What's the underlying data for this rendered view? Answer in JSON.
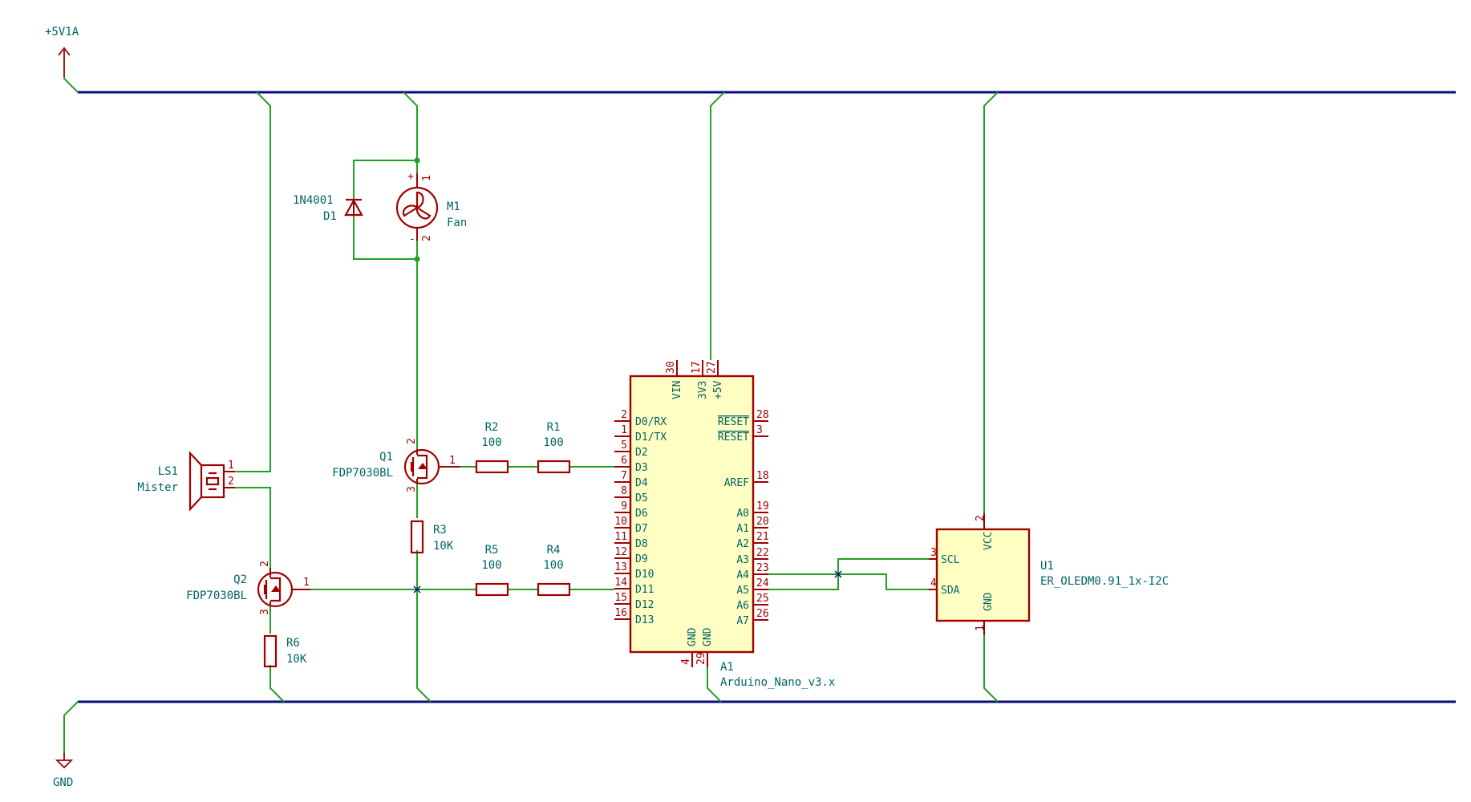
{
  "power": {
    "supply": "+5V1A",
    "ground": "GND"
  },
  "components": {
    "d1": {
      "value": "1N4001",
      "ref": "D1"
    },
    "m1": {
      "ref": "M1",
      "value": "Fan",
      "pin_plus": "+",
      "pin_minus": "-",
      "pin1": "1",
      "pin2": "2"
    },
    "ls1": {
      "ref": "LS1",
      "value": "Mister",
      "pin1": "1",
      "pin2": "2"
    },
    "q1": {
      "ref": "Q1",
      "value": "FDP7030BL",
      "pin1": "1",
      "pin2": "2",
      "pin3": "3"
    },
    "q2": {
      "ref": "Q2",
      "value": "FDP7030BL",
      "pin1": "1",
      "pin2": "2",
      "pin3": "3"
    },
    "r1": {
      "ref": "R1",
      "value": "100"
    },
    "r2": {
      "ref": "R2",
      "value": "100"
    },
    "r3": {
      "ref": "R3",
      "value": "10K"
    },
    "r4": {
      "ref": "R4",
      "value": "100"
    },
    "r5": {
      "ref": "R5",
      "value": "100"
    },
    "r6": {
      "ref": "R6",
      "value": "10K"
    },
    "a1": {
      "ref": "A1",
      "value": "Arduino_Nano_v3.x",
      "top_pins": [
        {
          "name": "VIN",
          "num": "30"
        },
        {
          "name": "3V3",
          "num": "17"
        },
        {
          "name": "+5V",
          "num": "27"
        }
      ],
      "left_pins": [
        {
          "name": "D0/RX",
          "num": "2"
        },
        {
          "name": "D1/TX",
          "num": "1"
        },
        {
          "name": "D2",
          "num": "5"
        },
        {
          "name": "D3",
          "num": "6"
        },
        {
          "name": "D4",
          "num": "7"
        },
        {
          "name": "D5",
          "num": "8"
        },
        {
          "name": "D6",
          "num": "9"
        },
        {
          "name": "D7",
          "num": "10"
        },
        {
          "name": "D8",
          "num": "11"
        },
        {
          "name": "D9",
          "num": "12"
        },
        {
          "name": "D10",
          "num": "13"
        },
        {
          "name": "D11",
          "num": "14"
        },
        {
          "name": "D12",
          "num": "15"
        },
        {
          "name": "D13",
          "num": "16"
        }
      ],
      "right_pins": [
        {
          "name": "RESET",
          "num": "28"
        },
        {
          "name": "RESET",
          "num": "3"
        },
        {
          "name": "AREF",
          "num": "18"
        },
        {
          "name": "A0",
          "num": "19"
        },
        {
          "name": "A1",
          "num": "20"
        },
        {
          "name": "A2",
          "num": "21"
        },
        {
          "name": "A3",
          "num": "22"
        },
        {
          "name": "A4",
          "num": "23"
        },
        {
          "name": "A5",
          "num": "24"
        },
        {
          "name": "A6",
          "num": "25"
        },
        {
          "name": "A7",
          "num": "26"
        }
      ],
      "bottom_pins": [
        {
          "name": "GND",
          "num": "4"
        },
        {
          "name": "GND",
          "num": "29"
        }
      ]
    },
    "u1": {
      "ref": "U1",
      "value": "ER_OLEDM0.91_1x-I2C",
      "pins": [
        {
          "name": "VCC",
          "num": "2"
        },
        {
          "name": "SCL",
          "num": "3"
        },
        {
          "name": "SDA",
          "num": "4"
        },
        {
          "name": "GND",
          "num": "1"
        }
      ]
    }
  }
}
